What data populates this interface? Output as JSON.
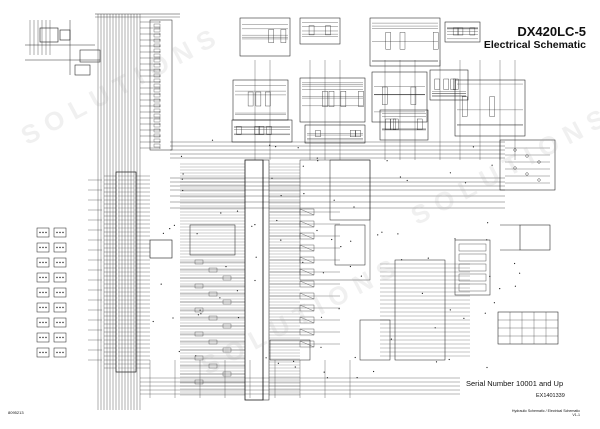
{
  "document": {
    "title": "DX420LC-5",
    "subtitle": "Electrical Schematic",
    "serial": "Serial Number 10001 and Up",
    "drawing_number": "EX1401339",
    "footer_left": "8095213",
    "footer_right_line1": "Hydraulic Schematic / Electrical Schematic",
    "footer_right_line2": "V1-1"
  },
  "watermark": "SOLUTIONS",
  "colors": {
    "ink": "#1a1a1a",
    "paper": "#ffffff",
    "watermark": "#a0a0a0"
  }
}
